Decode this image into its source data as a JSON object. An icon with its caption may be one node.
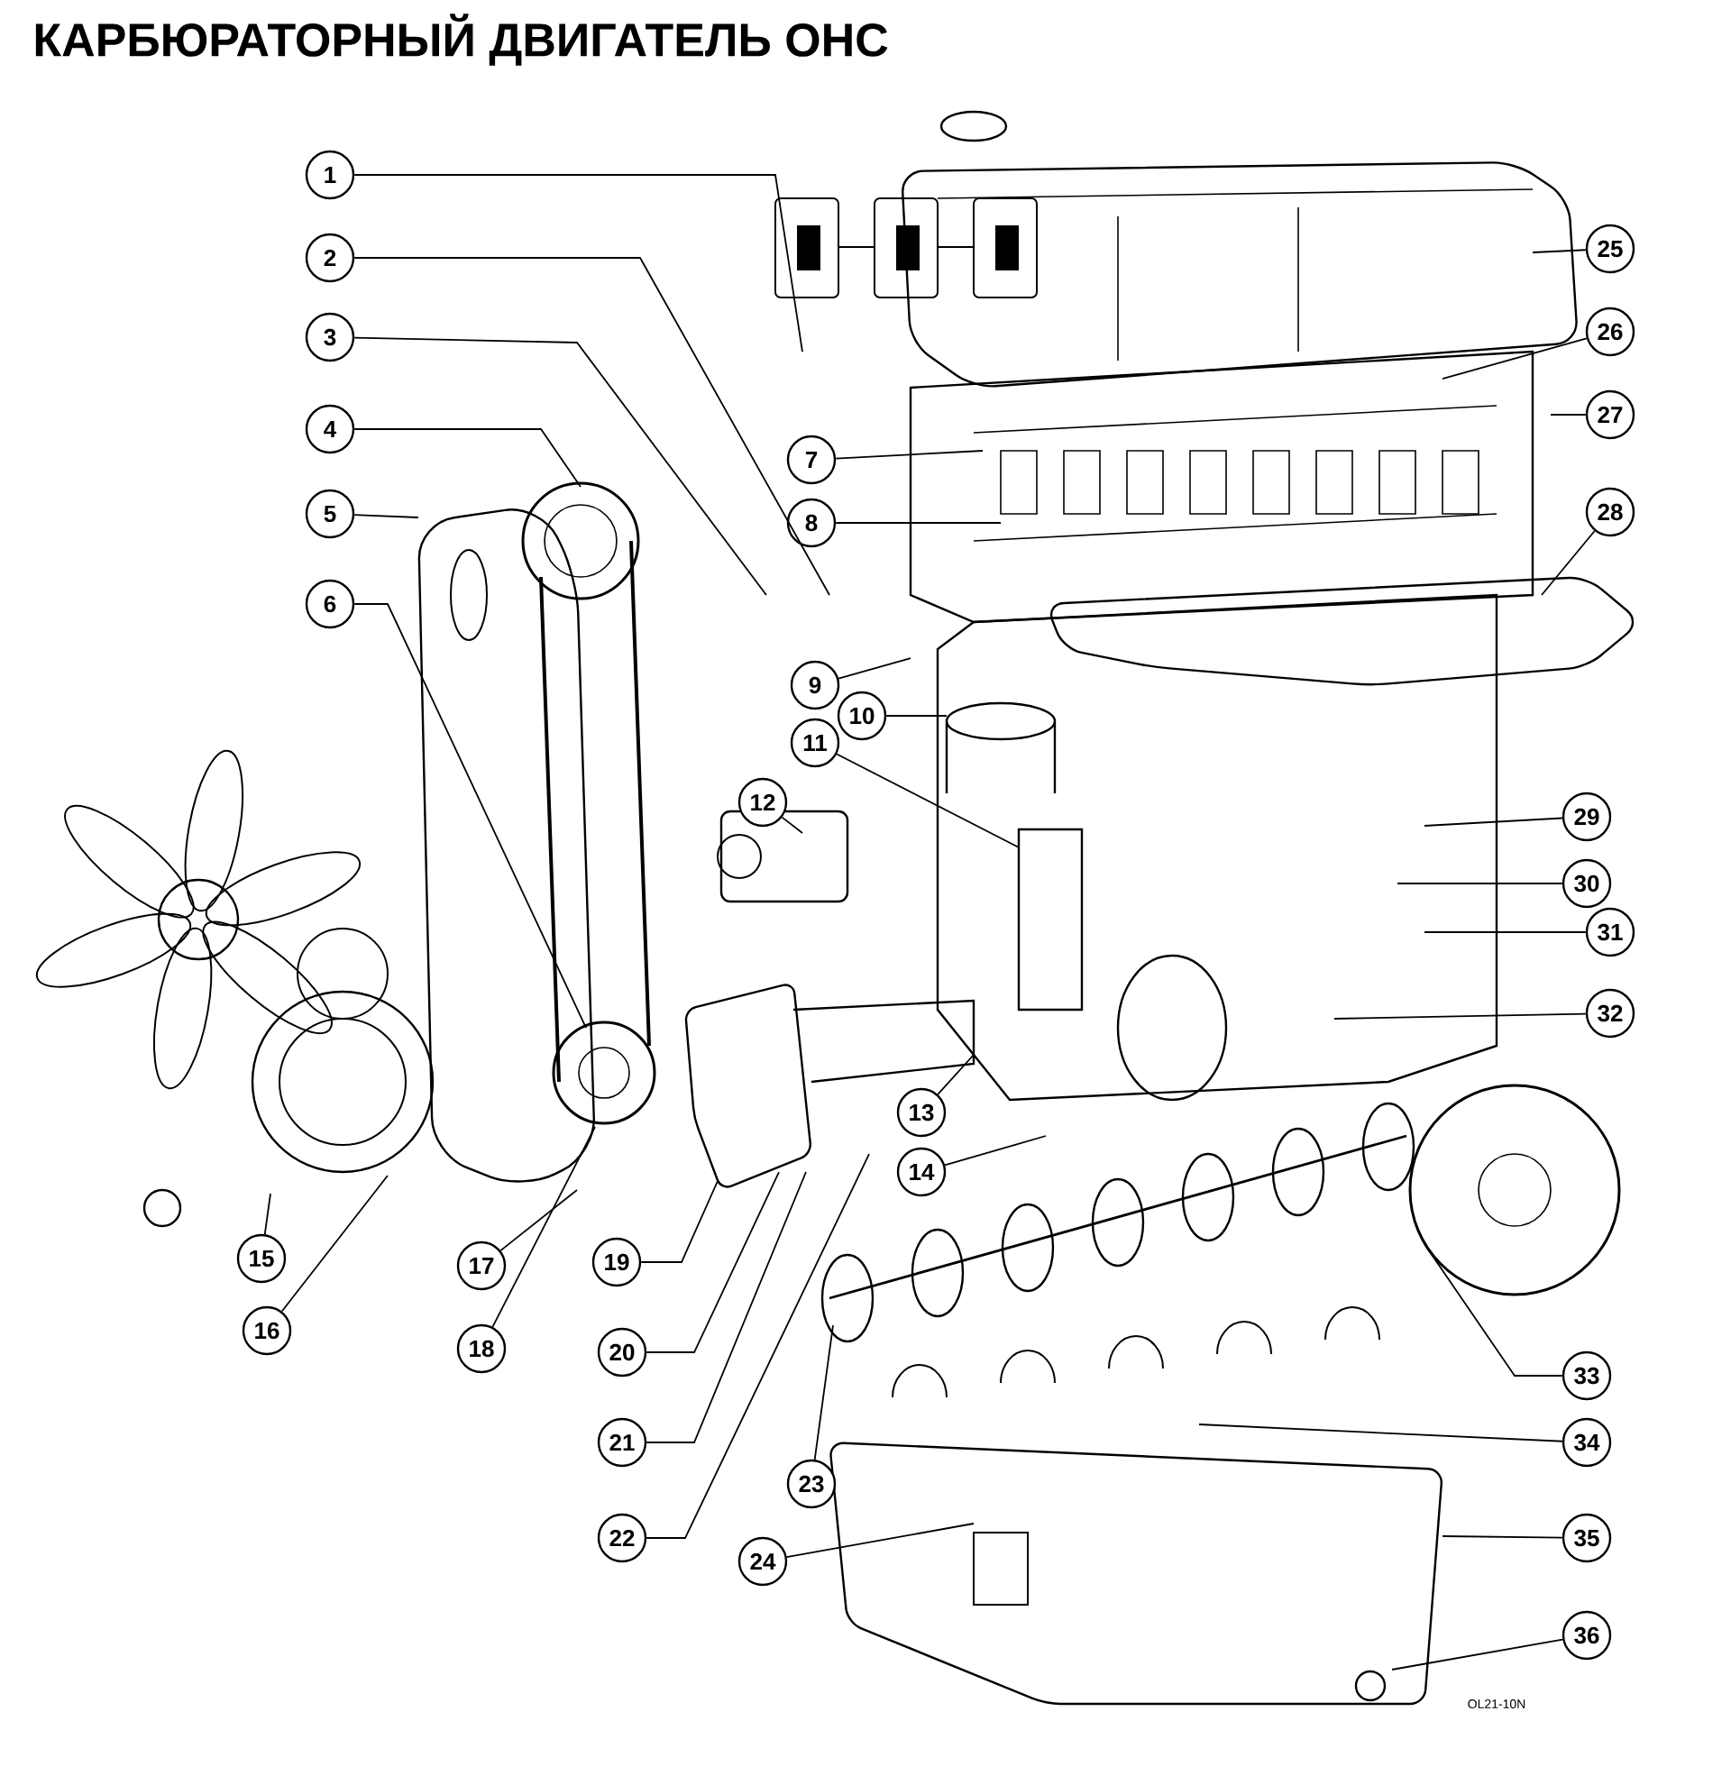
{
  "diagram": {
    "title": "КАРБЮРАТОРНЫЙ ДВИГАТЕЛЬ ОНС",
    "nodes": [
      {
        "text": [
          "1"
        ]
      },
      {
        "text": [
          "2"
        ]
      },
      {
        "text": [
          "3"
        ]
      },
      {
        "text": [
          "4"
        ]
      },
      {
        "text": [
          "5"
        ]
      },
      {
        "text": [
          "6"
        ]
      },
      {
        "text": [
          "7"
        ]
      },
      {
        "text": [
          "8"
        ]
      },
      {
        "text": [
          "9"
        ]
      },
      {
        "text": [
          "10"
        ]
      },
      {
        "text": [
          "11"
        ]
      },
      {
        "text": [
          "12"
        ]
      },
      {
        "text": [
          "13"
        ]
      },
      {
        "text": [
          "14"
        ]
      },
      {
        "text": [
          "15"
        ]
      },
      {
        "text": [
          "16"
        ]
      },
      {
        "text": [
          "17"
        ]
      },
      {
        "text": [
          "18"
        ]
      },
      {
        "text": [
          "19"
        ]
      },
      {
        "text": [
          "20"
        ]
      },
      {
        "text": [
          "21"
        ]
      },
      {
        "text": [
          "22"
        ]
      },
      {
        "text": [
          "23"
        ]
      },
      {
        "text": [
          "24"
        ]
      },
      {
        "text": [
          "25"
        ]
      },
      {
        "text": [
          "26"
        ]
      },
      {
        "text": [
          "27"
        ]
      },
      {
        "text": [
          "28"
        ]
      },
      {
        "text": [
          "29"
        ]
      },
      {
        "text": [
          "30"
        ]
      },
      {
        "text": [
          "31"
        ]
      },
      {
        "text": [
          "32"
        ]
      },
      {
        "text": [
          "33"
        ]
      },
      {
        "text": [
          "34"
        ]
      },
      {
        "text": [
          "35"
        ]
      },
      {
        "text": [
          "36"
        ]
      }
    ],
    "edges": [
      {
        "from": 0,
        "to": null,
        "arrow": "none"
      },
      {
        "from": 1,
        "to": null,
        "arrow": "none"
      },
      {
        "from": 2,
        "to": null,
        "arrow": "none"
      },
      {
        "from": 3,
        "to": null,
        "arrow": "none"
      },
      {
        "from": 4,
        "to": null,
        "arrow": "none"
      },
      {
        "from": 5,
        "to": null,
        "arrow": "none"
      },
      {
        "from": 6,
        "to": null,
        "arrow": "none"
      },
      {
        "from": 7,
        "to": null,
        "arrow": "none"
      },
      {
        "from": 8,
        "to": null,
        "arrow": "none"
      },
      {
        "from": 9,
        "to": null,
        "arrow": "none"
      },
      {
        "from": 10,
        "to": null,
        "arrow": "none"
      },
      {
        "from": 11,
        "to": null,
        "arrow": "none"
      },
      {
        "from": 12,
        "to": null,
        "arrow": "none"
      },
      {
        "from": 13,
        "to": null,
        "arrow": "none"
      },
      {
        "from": 14,
        "to": null,
        "arrow": "none"
      },
      {
        "from": 15,
        "to": null,
        "arrow": "none"
      },
      {
        "from": 16,
        "to": null,
        "arrow": "none"
      },
      {
        "from": 17,
        "to": null,
        "arrow": "none"
      },
      {
        "from": 18,
        "to": null,
        "arrow": "none"
      },
      {
        "from": 19,
        "to": null,
        "arrow": "none"
      },
      {
        "from": 20,
        "to": null,
        "arrow": "none"
      },
      {
        "from": 21,
        "to": null,
        "arrow": "none"
      },
      {
        "from": 22,
        "to": null,
        "arrow": "none"
      },
      {
        "from": 23,
        "to": null,
        "arrow": "none"
      },
      {
        "from": 24,
        "to": null,
        "arrow": "none"
      },
      {
        "from": 25,
        "to": null,
        "arrow": "none"
      },
      {
        "from": 26,
        "to": null,
        "arrow": "none"
      },
      {
        "from": 27,
        "to": null,
        "arrow": "none"
      },
      {
        "from": 28,
        "to": null,
        "arrow": "none"
      },
      {
        "from": 29,
        "to": null,
        "arrow": "none"
      },
      {
        "from": 30,
        "to": null,
        "arrow": "none"
      },
      {
        "from": 31,
        "to": null,
        "arrow": "none"
      },
      {
        "from": 32,
        "to": null,
        "arrow": "none"
      },
      {
        "from": 33,
        "to": null,
        "arrow": "none"
      },
      {
        "from": 34,
        "to": null,
        "arrow": "none"
      },
      {
        "from": 35,
        "to": null,
        "arrow": "none"
      }
    ],
    "labels": [
      "OL21-10N"
    ]
  }
}
